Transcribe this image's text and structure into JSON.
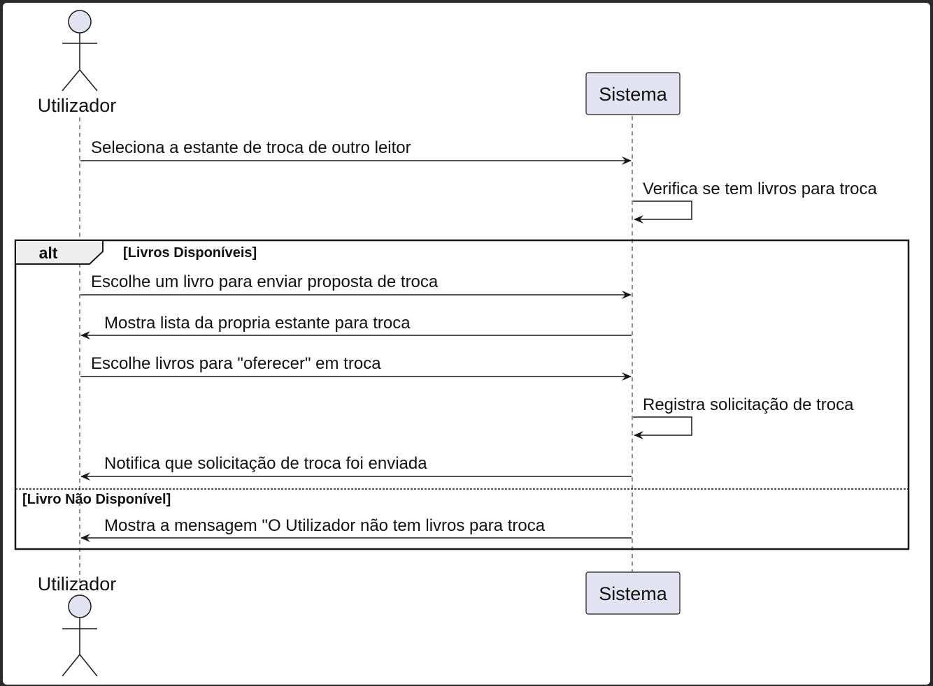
{
  "participants": {
    "actor": {
      "label": "Utilizador"
    },
    "system": {
      "label": "Sistema"
    }
  },
  "messages": [
    {
      "text": "Seleciona a estante de troca de outro leitor",
      "from": "actor",
      "to": "system"
    },
    {
      "text": "Verifica se tem livros para troca",
      "from": "system",
      "to": "system"
    },
    {
      "text": "Escolhe um livro para enviar proposta de troca",
      "from": "actor",
      "to": "system"
    },
    {
      "text": "Mostra lista da propria estante para troca",
      "from": "system",
      "to": "actor"
    },
    {
      "text": "Escolhe livros para \"oferecer\" em troca",
      "from": "actor",
      "to": "system"
    },
    {
      "text": "Registra solicitação de troca",
      "from": "system",
      "to": "system"
    },
    {
      "text": "Notifica que solicitação de troca foi enviada",
      "from": "system",
      "to": "actor"
    },
    {
      "text": "Mostra a mensagem \"O Utilizador não tem livros para troca",
      "from": "system",
      "to": "actor"
    }
  ],
  "fragment": {
    "keyword": "alt",
    "guard_1": "[Livros Disponíveis]",
    "guard_2": "[Livro Não Disponível]"
  },
  "colors": {
    "participant_fill": "#e2e2f0",
    "line": "#181818",
    "background": "#ffffff",
    "frame_header_fill": "#eeeeee"
  }
}
